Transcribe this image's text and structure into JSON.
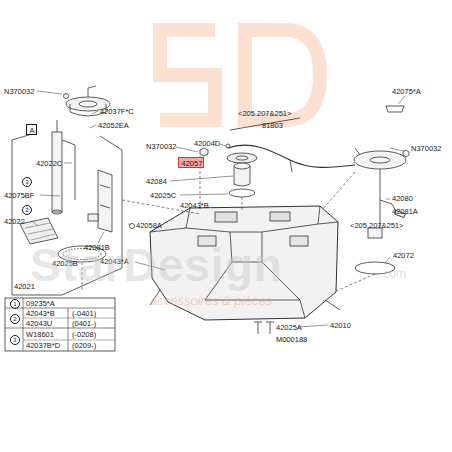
{
  "diagram": {
    "nodes": [
      {
        "text": [
          "A"
        ]
      },
      {
        "text": [
          "42057"
        ]
      }
    ],
    "labels": [
      "N370032",
      "42037F*C",
      "42052EA",
      "42022C",
      "3",
      "42075BF",
      "2",
      "42022",
      "42081B",
      "42058A",
      "42025B",
      "42021",
      "1",
      "09235*A",
      "2",
      "42043*B",
      "(-0401)",
      "42043U",
      "(0401-)",
      "3",
      "W18601",
      "(-0208)",
      "42037B*D",
      "(0209-)",
      "N370032",
      "42004D",
      "<205.207&251>",
      "81803",
      "42084",
      "42025C",
      "42043*B",
      "42043*A",
      "42075*A",
      "N370032",
      "42080",
      "42081A",
      "<205.207&251>",
      "42072",
      "42025A",
      "42010",
      "M000188",
      "StarDesign",
      "accessoires & pièces",
      ".com"
    ]
  }
}
